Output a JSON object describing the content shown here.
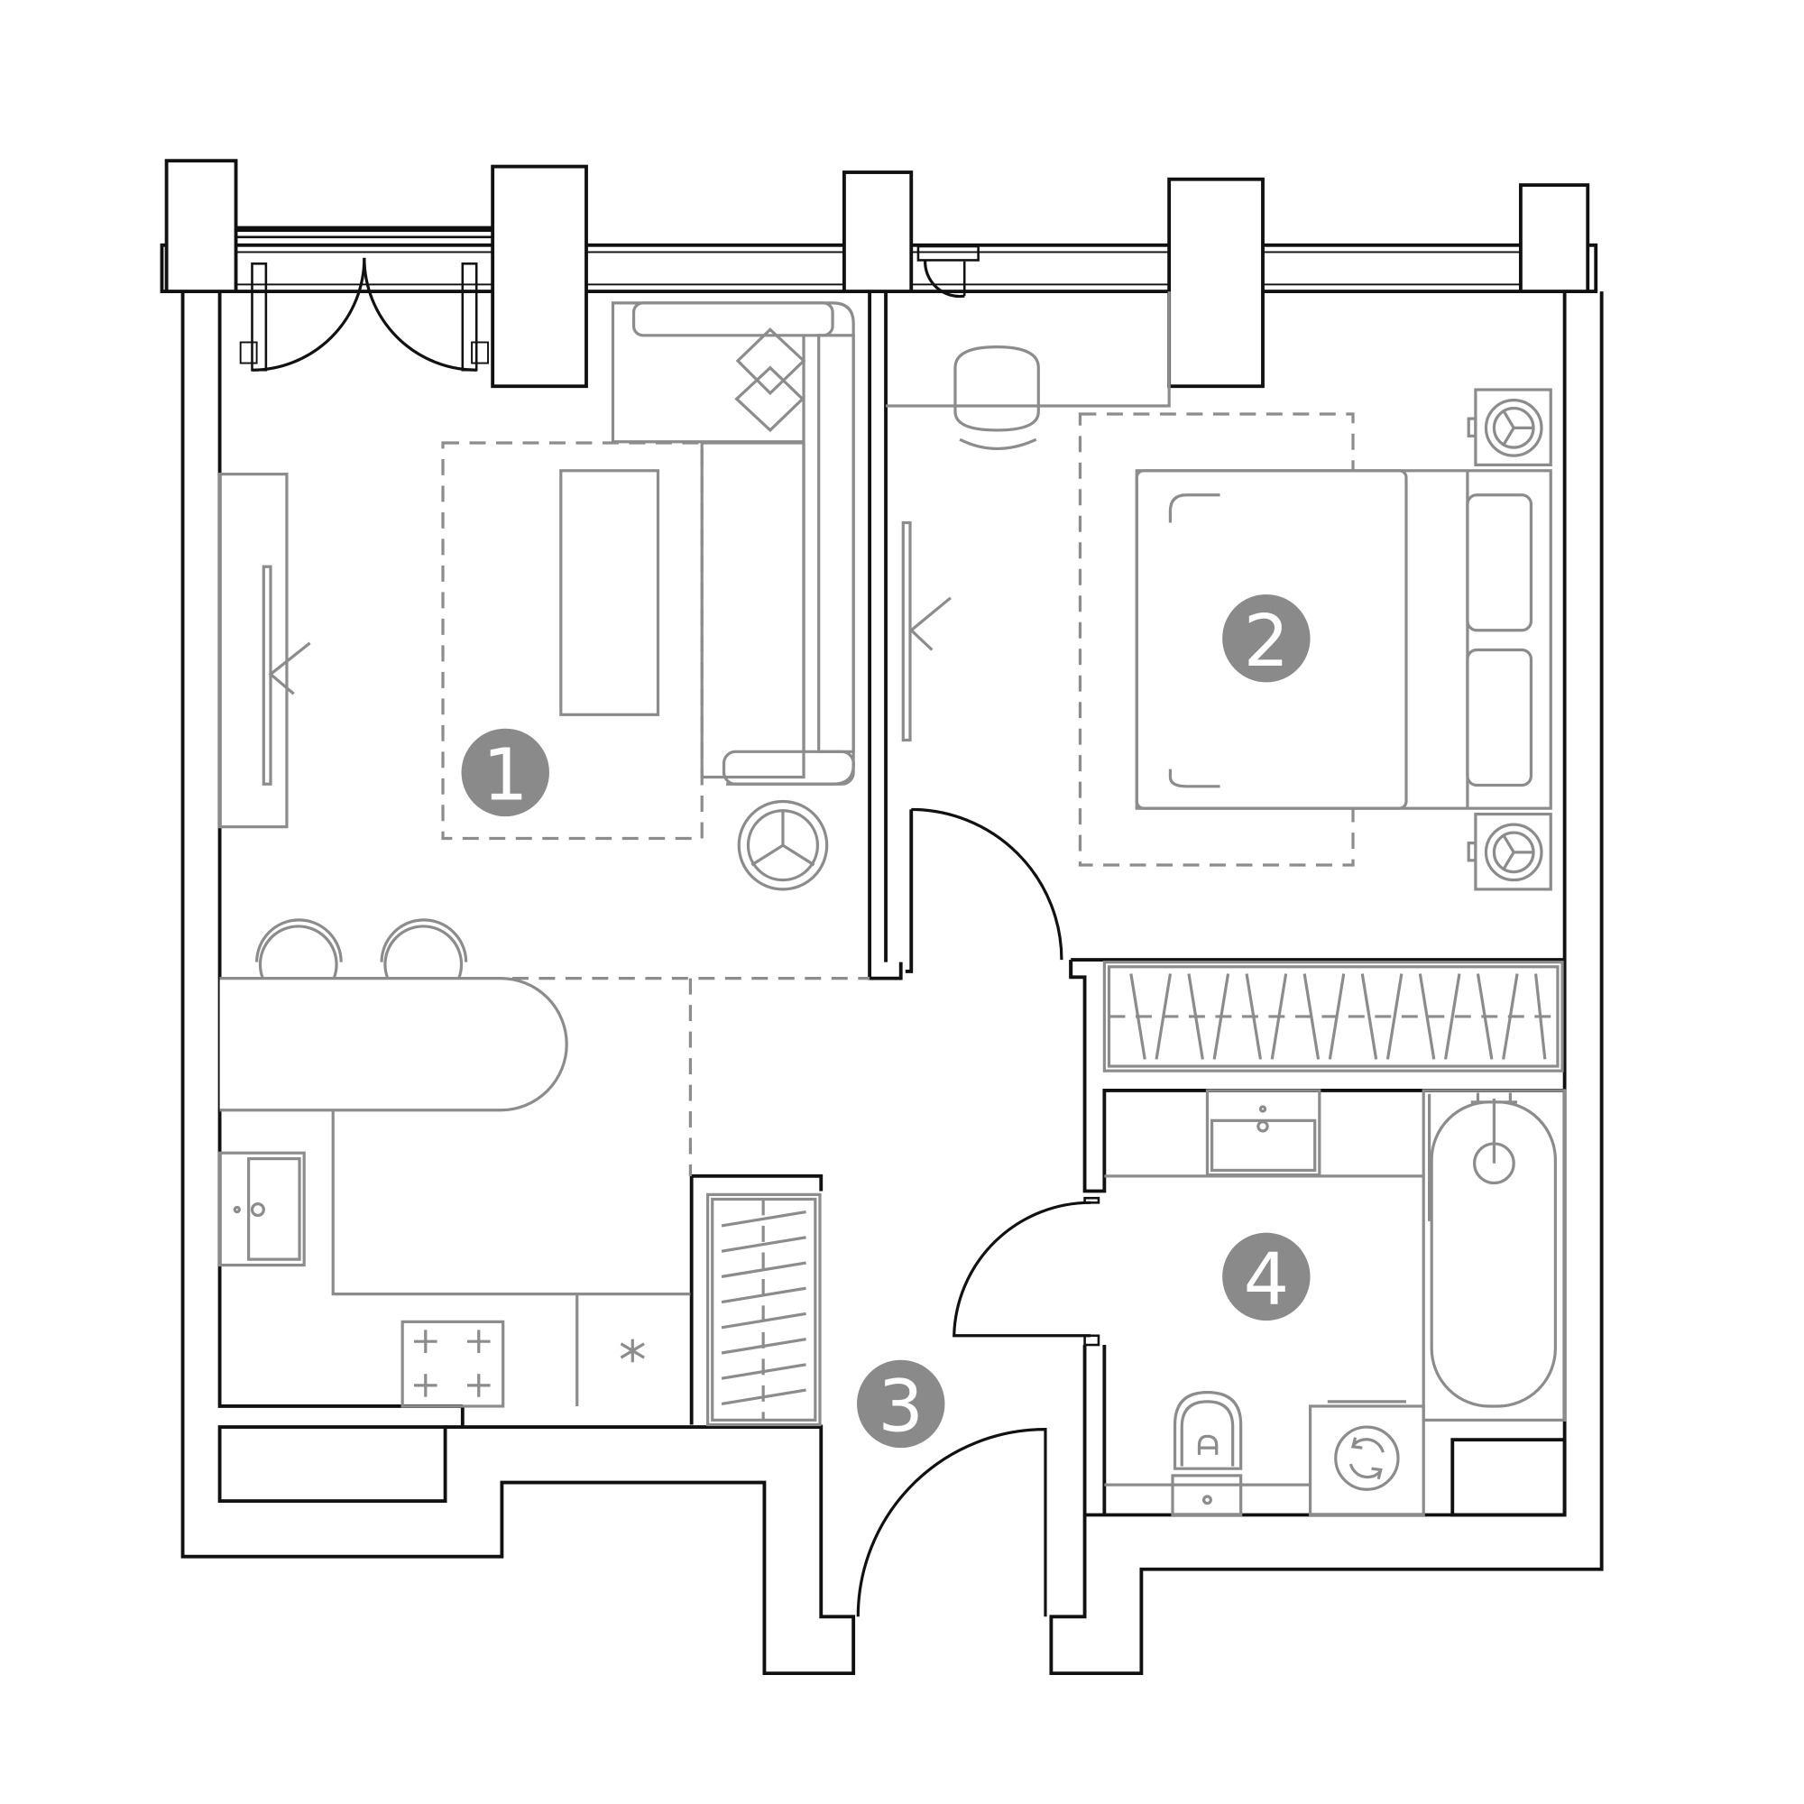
{
  "colors": {
    "wall": "#111111",
    "furniture": "#8c8c8c",
    "badge": "#8a8a8a",
    "badge_text": "#ffffff",
    "background": "#ffffff"
  },
  "rooms": [
    {
      "label": "1",
      "name": "living-kitchen"
    },
    {
      "label": "2",
      "name": "bedroom"
    },
    {
      "label": "3",
      "name": "hallway"
    },
    {
      "label": "4",
      "name": "bathroom"
    }
  ]
}
